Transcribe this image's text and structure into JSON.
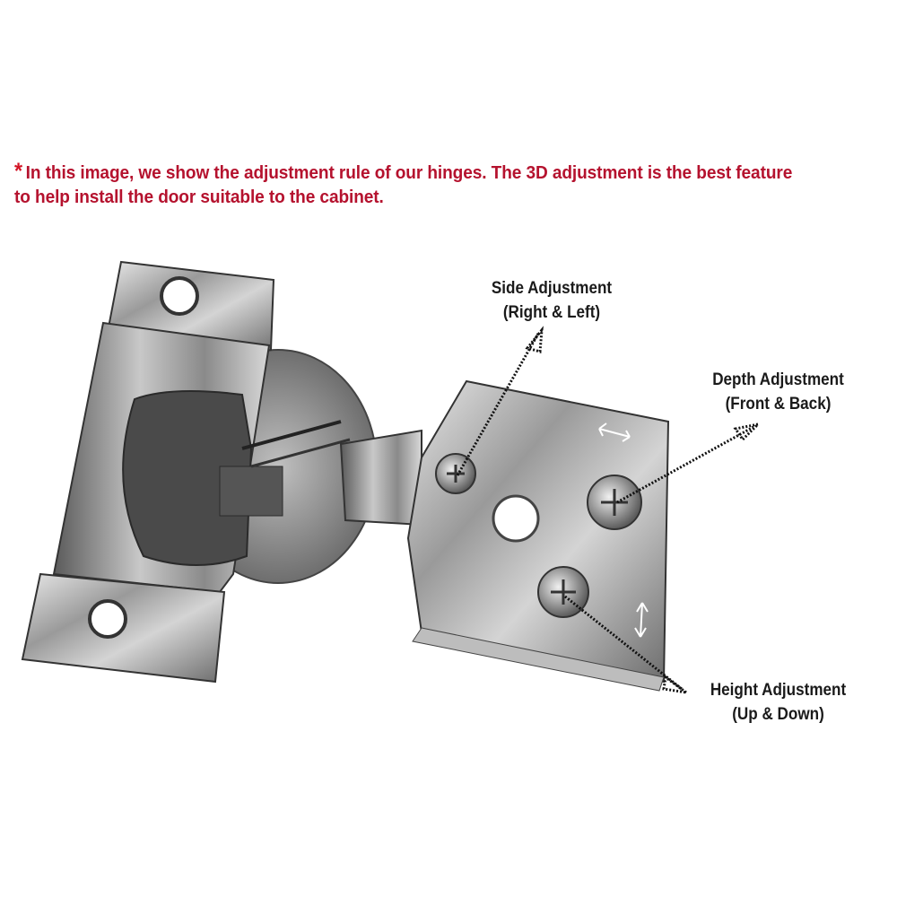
{
  "caption": {
    "marker": "*",
    "line1": "In this image, we show the adjustment rule of our hinges. The 3D adjustment is the best feature",
    "line2": "to help install the door suitable to the cabinet.",
    "color": "#b5122e"
  },
  "callouts": [
    {
      "title": "Side Adjustment",
      "subtitle": "(Right & Left)"
    },
    {
      "title": "Depth Adjustment",
      "subtitle": "(Front & Back)"
    },
    {
      "title": "Height Adjustment",
      "subtitle": "(Up & Down)"
    }
  ],
  "product": {
    "name": "concealed-cabinet-hinge",
    "finish": "nickel-plated steel"
  }
}
